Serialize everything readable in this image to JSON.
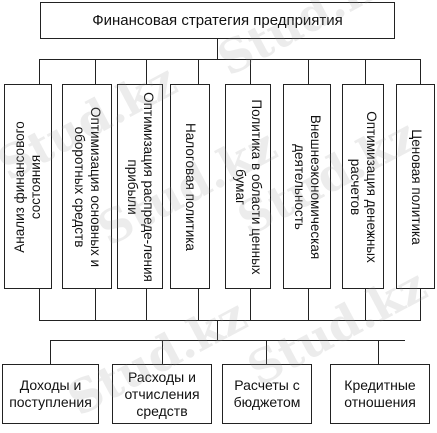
{
  "title": "Финансовая стратегия предприятия",
  "columns": [
    {
      "label": "Анализ финансового состояния",
      "orient": "up"
    },
    {
      "label": "Оптимизация основных и оборотных средств",
      "orient": "down"
    },
    {
      "label": "Оптимизация распреде-ления прибыли",
      "orient": "down"
    },
    {
      "label": "Налоговая политика",
      "orient": "down"
    },
    {
      "label": "Политика в области ценных бумаг",
      "orient": "down"
    },
    {
      "label": "Внешнеэкономическая деятельность",
      "orient": "down"
    },
    {
      "label": "Оптимизация денежных расчетов",
      "orient": "down"
    },
    {
      "label": "Ценовая политика",
      "orient": "down"
    }
  ],
  "bottom": [
    {
      "label": "Доходы и поступления"
    },
    {
      "label": "Расходы и отчисления средств"
    },
    {
      "label": "Расчеты с бюджетом"
    },
    {
      "label": "Кредитные отношения"
    }
  ],
  "watermarks": [
    "Stud.kz",
    "Stud.kz",
    "Stud.kz",
    "Stud.kz",
    "Stud.kz",
    "Stud.kz"
  ]
}
